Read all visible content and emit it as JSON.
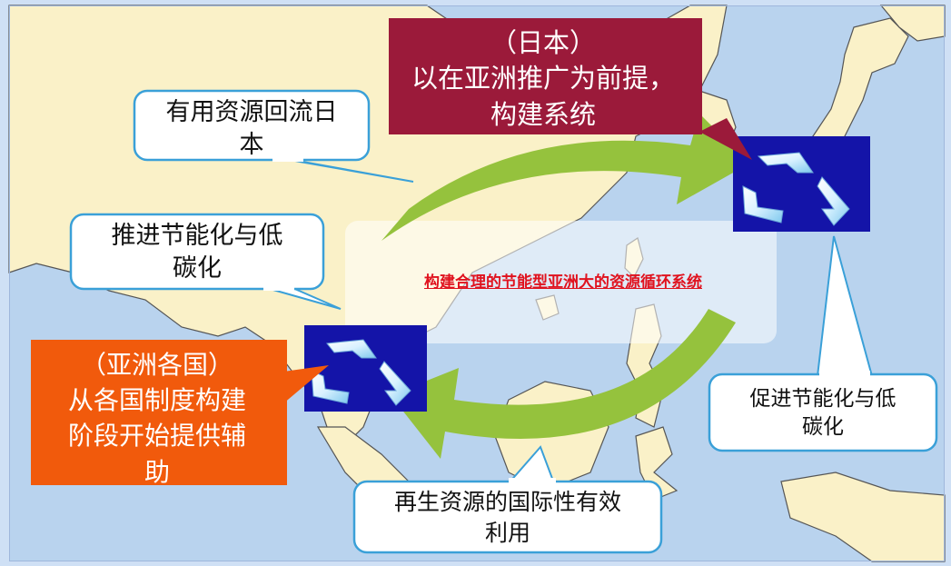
{
  "center": {
    "title": "构建合理的节能型亚洲大的资源循环系统"
  },
  "japan": {
    "line1": "（日本）",
    "line2": "以在亚洲推广为前提，",
    "line3": "构建系统"
  },
  "asia": {
    "line1": "（亚洲各国）",
    "line2": "从各国制度构建",
    "line3": "阶段开始提供辅",
    "line4": "助"
  },
  "callouts": {
    "resource_return": {
      "line1": "有用资源回流日",
      "line2": "本"
    },
    "promote_left": {
      "line1": "推进节能化与低",
      "line2": "碳化"
    },
    "promote_right": {
      "line1": "促进节能化与低",
      "line2": "碳化"
    },
    "recycled_use": {
      "line1": "再生资源的国际性有效",
      "line2": "利用"
    }
  },
  "colors": {
    "sea": "#b9d3ee",
    "land": "#faf1c8",
    "arrow": "#95c23d",
    "japan_box": "#9b1a3a",
    "asia_box": "#f15a0c",
    "callout_border": "#3aa0d8",
    "recycle_bg": "#1414a8",
    "center_text": "#e0121e"
  },
  "icons": {
    "recycle_top": "recycle-icon",
    "recycle_left": "recycle-icon"
  }
}
